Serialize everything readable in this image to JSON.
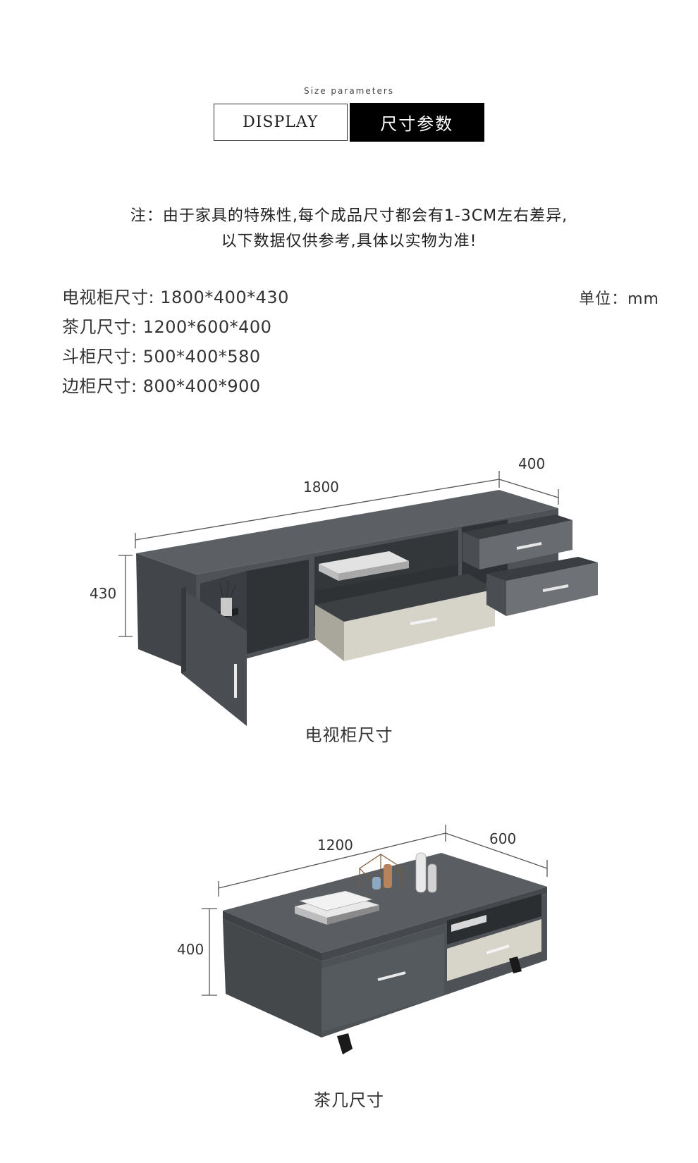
{
  "header": {
    "subtitle_en": "Size parameters",
    "tab_display": "DISPLAY",
    "tab_title": "尺寸参数"
  },
  "note": {
    "line1": "注：由于家具的特殊性,每个成品尺寸都会有1-3CM左右差异,",
    "line2": "以下数据仅供参考,具体以实物为准!"
  },
  "unit": "单位：mm",
  "specs": [
    {
      "label": "电视柜尺寸:",
      "value": "1800*400*430"
    },
    {
      "label": "茶几尺寸:",
      "value": "1200*600*400"
    },
    {
      "label": "斗柜尺寸:",
      "value": "500*400*580"
    },
    {
      "label": "边柜尺寸:",
      "value": "800*400*900"
    }
  ],
  "tv_cabinet": {
    "width_label": "1800",
    "depth_label": "400",
    "height_label": "430",
    "caption": "电视柜尺寸"
  },
  "coffee_table": {
    "width_label": "1200",
    "depth_label": "600",
    "height_label": "400",
    "caption": "茶几尺寸"
  },
  "colors": {
    "cabinet_dark": "#4d5155",
    "cabinet_top": "#5f6367",
    "drawer_light": "#d9d6cc",
    "drawer_grey": "#6b6f73",
    "accent_black": "#000000"
  }
}
